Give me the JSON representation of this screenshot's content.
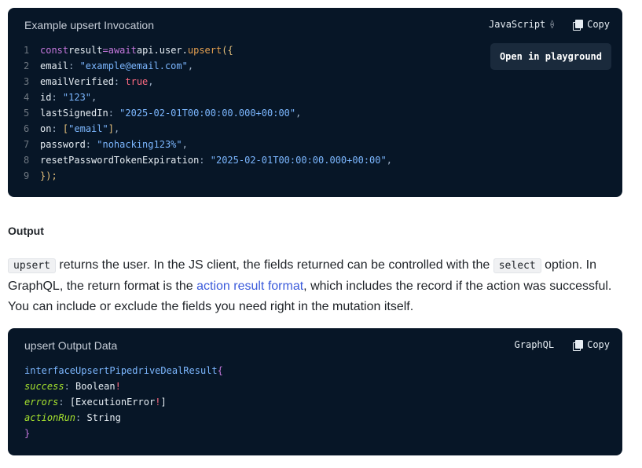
{
  "card1": {
    "title": "Example upsert Invocation",
    "language": "JavaScript",
    "copy_label": "Copy",
    "playground_label": "Open in playground",
    "line_numbers": [
      "1",
      "2",
      "3",
      "4",
      "5",
      "6",
      "7",
      "8",
      "9"
    ],
    "code": {
      "l1": {
        "kw": "const",
        "var": "result",
        "op": "=",
        "await": "await",
        "obj": "api.user.",
        "fn": "upsert",
        "open": "({"
      },
      "l2": {
        "key": "email",
        "val": "\"example@email.com\""
      },
      "l3": {
        "key": "emailVerified",
        "val": "true"
      },
      "l4": {
        "key": "id",
        "val": "\"123\""
      },
      "l5": {
        "key": "lastSignedIn",
        "val": "\"2025-02-01T00:00:00.000+00:00\""
      },
      "l6": {
        "key": "on",
        "val": "\"email\""
      },
      "l7": {
        "key": "password",
        "val": "\"nohacking123%\""
      },
      "l8": {
        "key": "resetPasswordTokenExpiration",
        "val": "\"2025-02-01T00:00:00.000+00:00\""
      },
      "l9": {
        "close": "});"
      }
    }
  },
  "output": {
    "heading": "Output",
    "code1": "upsert",
    "text1": " returns the user. In the JS client, the fields returned can be controlled with the ",
    "code2": "select",
    "text2": " option. In GraphQL, the return format is the ",
    "link": "action result format",
    "text3": ", which includes the record if the action was successful. You can include or exclude the fields you need right in the mutation itself."
  },
  "card2": {
    "title": "upsert Output Data",
    "language": "GraphQL",
    "copy_label": "Copy",
    "code": {
      "l1": {
        "kw": "interface",
        "name": "UpsertPipedriveDealResult",
        "open": "{"
      },
      "l2": {
        "field": "success",
        "type": "Boolean",
        "bang": "!"
      },
      "l3": {
        "field": "errors",
        "type_open": "[",
        "type": "ExecutionError",
        "bang": "!",
        "type_close": "]"
      },
      "l4": {
        "field": "actionRun",
        "type": "String"
      },
      "l5": {
        "close": "}"
      }
    }
  },
  "colors": {
    "card_bg": "#071627",
    "link": "#3b5bdb",
    "string": "#7cb7ff",
    "keyword": "#c678dd",
    "function": "#e5a050",
    "boolean": "#ff6b81",
    "graphql_field": "#a6e22e"
  },
  "icons": {
    "copy": "copy-icon",
    "language_selector": "chevron-updown-icon"
  }
}
